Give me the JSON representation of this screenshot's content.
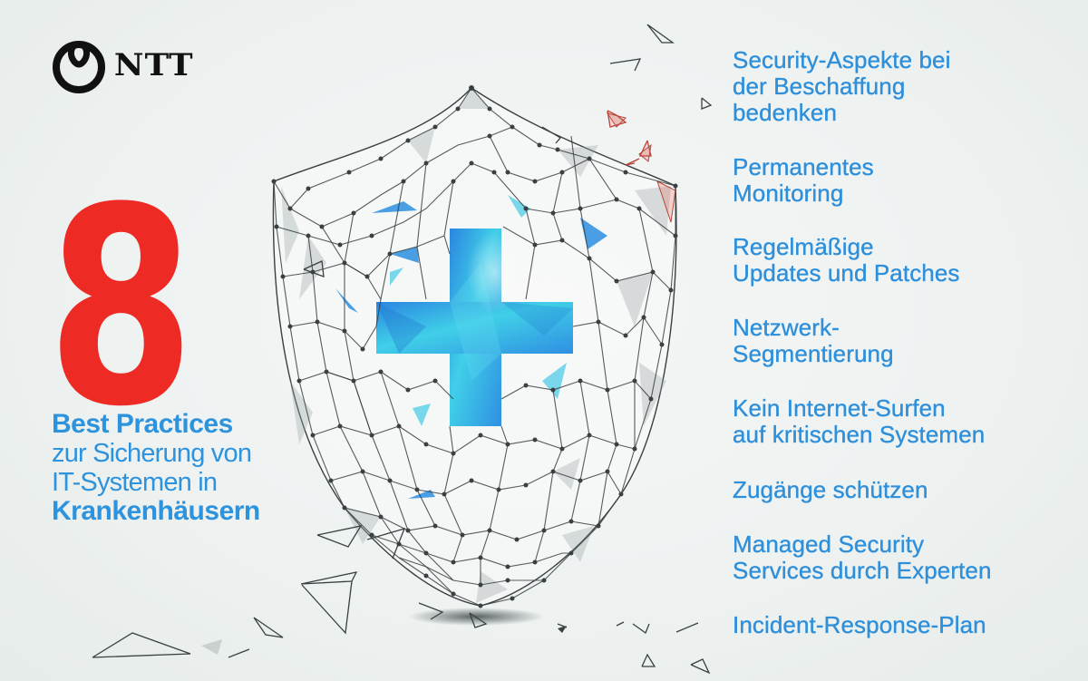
{
  "brand": {
    "logo_text": "NTT",
    "logo_icon": "ntt-loop-icon"
  },
  "headline": {
    "number": "8",
    "line1_bold": "Best Practices",
    "line2": "zur Sicherung von",
    "line3": "IT-Systemen in",
    "line4_bold": "Krankenhäusern"
  },
  "illustration": {
    "icon": "shield-with-medical-cross-icon",
    "description": "Low-poly wireframe shield with blue medical cross"
  },
  "practices": [
    {
      "lines": [
        "Security-Aspekte bei",
        "der Beschaffung",
        "bedenken"
      ]
    },
    {
      "lines": [
        "Permanentes",
        "Monitoring"
      ]
    },
    {
      "lines": [
        "Regelmäßige",
        "Updates und Patches"
      ]
    },
    {
      "lines": [
        "Netzwerk-",
        "Segmentierung"
      ]
    },
    {
      "lines": [
        "Kein Internet-Surfen",
        "auf kritischen Systemen"
      ]
    },
    {
      "lines": [
        "Zugänge schützen"
      ]
    },
    {
      "lines": [
        "Managed Security",
        "Services durch Experten"
      ]
    },
    {
      "lines": [
        "Incident-Response-Plan"
      ]
    }
  ],
  "colors": {
    "accent_blue": "#2e8fda",
    "number_red": "#ee2a24",
    "logo_black": "#111111",
    "background": "#eef2f1",
    "cross_light": "#3fd0ea",
    "cross_dark": "#2a86e0"
  }
}
